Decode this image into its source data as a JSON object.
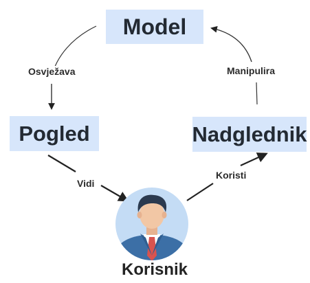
{
  "nodes": {
    "model": "Model",
    "view": "Pogled",
    "controller": "Nadglednik",
    "user": "Korisnik"
  },
  "edges": {
    "model_to_view": "Osvježava",
    "controller_to_model": "Manipulira",
    "view_to_user": "Vidi",
    "user_to_controller": "Koristi"
  },
  "colors": {
    "node_fill": "#d7e6fb",
    "avatar_background": "#c4dcf5",
    "suit": "#3c6fa6",
    "tie": "#d9534f",
    "hair": "#2b3a4f",
    "skin": "#f2c7a5"
  },
  "icons": {
    "user": "businessman-avatar-icon"
  }
}
